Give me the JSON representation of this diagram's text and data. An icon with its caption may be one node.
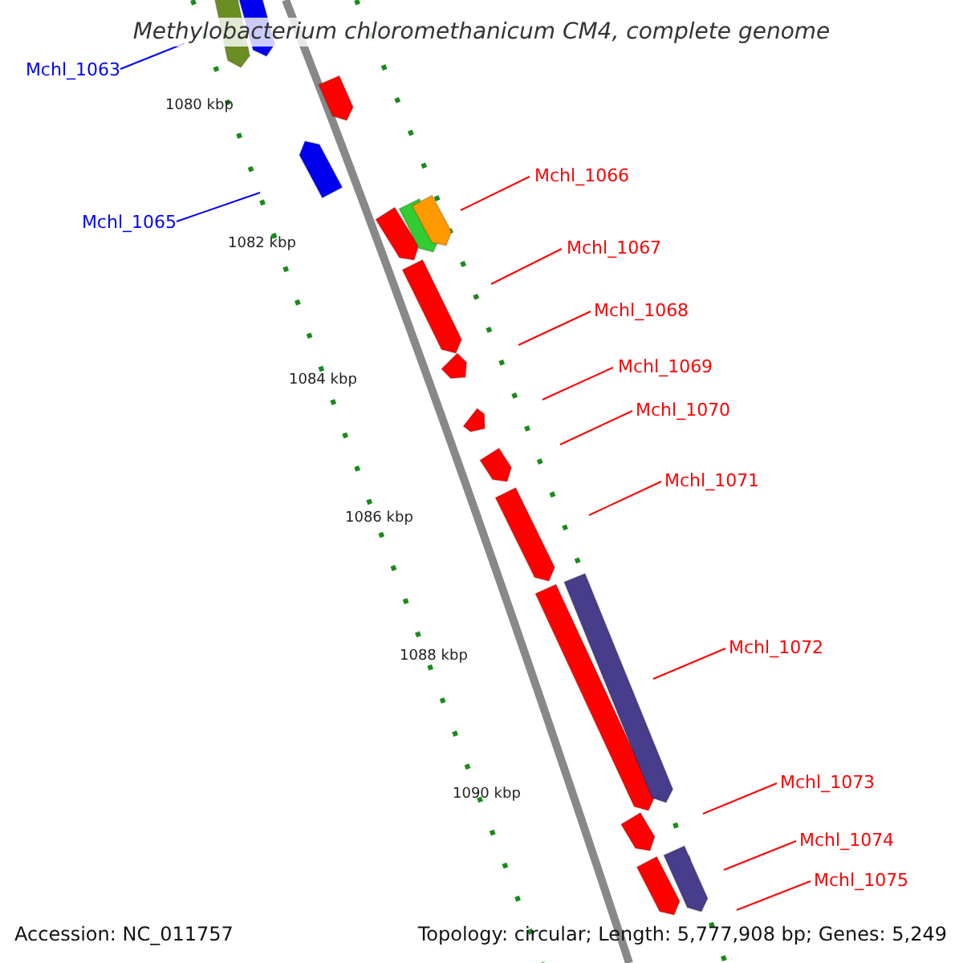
{
  "diagram": {
    "title": "Methylobacterium chloromethanicum CM4, complete genome",
    "nodes": [
      {
        "text": [
          "Mchl_1063"
        ]
      },
      {
        "text": [
          "Mchl_1065"
        ]
      },
      {
        "text": [
          "Mchl_1066"
        ]
      },
      {
        "text": [
          "Mchl_1067"
        ]
      },
      {
        "text": [
          "Mchl_1068"
        ]
      },
      {
        "text": [
          "Mchl_1069"
        ]
      },
      {
        "text": [
          "Mchl_1070"
        ]
      },
      {
        "text": [
          "Mchl_1071"
        ]
      },
      {
        "text": [
          "Mchl_1072"
        ]
      },
      {
        "text": [
          "Mchl_1073"
        ]
      },
      {
        "text": [
          "Mchl_1074"
        ]
      },
      {
        "text": [
          "Mchl_1075"
        ]
      }
    ],
    "edges": [
      {
        "from": 0,
        "to": null,
        "arrow": "none",
        "color": "#0000ff"
      },
      {
        "from": 1,
        "to": null,
        "arrow": "none",
        "color": "#0000ff"
      },
      {
        "from": 2,
        "to": null,
        "arrow": "none"
      },
      {
        "from": 3,
        "to": null,
        "arrow": "none"
      },
      {
        "from": 4,
        "to": null,
        "arrow": "none"
      },
      {
        "from": 5,
        "to": null,
        "arrow": "none"
      },
      {
        "from": 6,
        "to": null,
        "arrow": "none"
      },
      {
        "from": 7,
        "to": null,
        "arrow": "none"
      },
      {
        "from": 8,
        "to": null,
        "arrow": "none"
      },
      {
        "from": 9,
        "to": null,
        "arrow": "none"
      },
      {
        "from": 10,
        "to": null,
        "arrow": "none"
      },
      {
        "from": 11,
        "to": null,
        "arrow": "none"
      }
    ],
    "labels": [
      "1080 kbp",
      "1082 kbp",
      "1084 kbp",
      "1086 kbp",
      "1088 kbp",
      "1090 kbp",
      "Accession: NC_011757",
      "Topology: circular; Length: 5,777,908 bp; Genes: 5,249"
    ]
  }
}
